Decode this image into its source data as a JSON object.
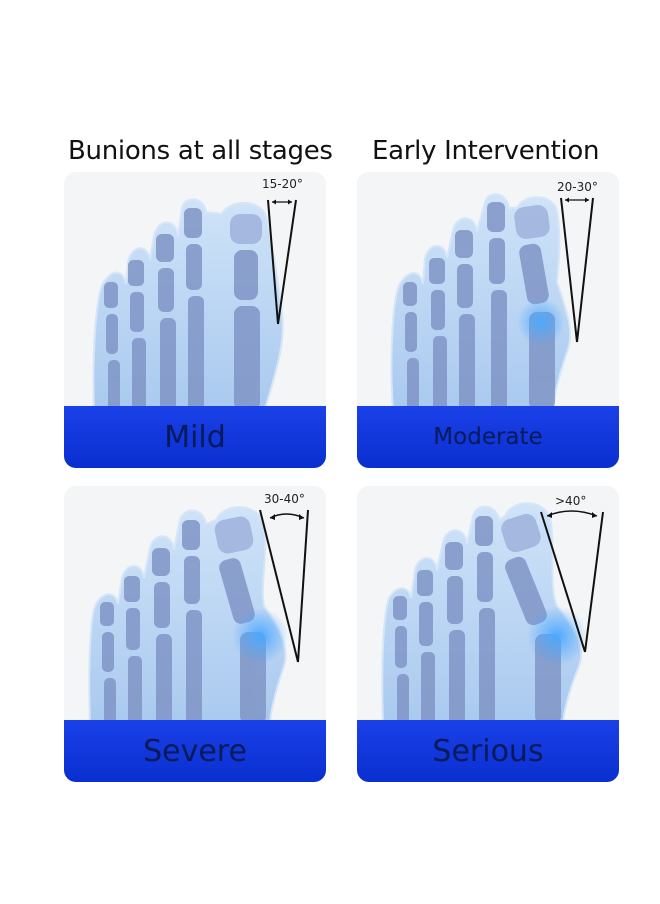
{
  "headings": {
    "left": "Bunions at all stages",
    "right": "Early Intervention"
  },
  "cards": [
    {
      "label": "Mild",
      "angle": "15-20°"
    },
    {
      "label": "Moderate",
      "angle": "20-30°"
    },
    {
      "label": "Severe",
      "angle": "30-40°"
    },
    {
      "label": "Serious",
      "angle": ">40°"
    }
  ],
  "colors": {
    "band": "#0a2fd0",
    "label_text": "#061a5a",
    "bone": "#7f95c8",
    "skin": "#bcd7f5",
    "inflammation": "#4aa8ff"
  }
}
